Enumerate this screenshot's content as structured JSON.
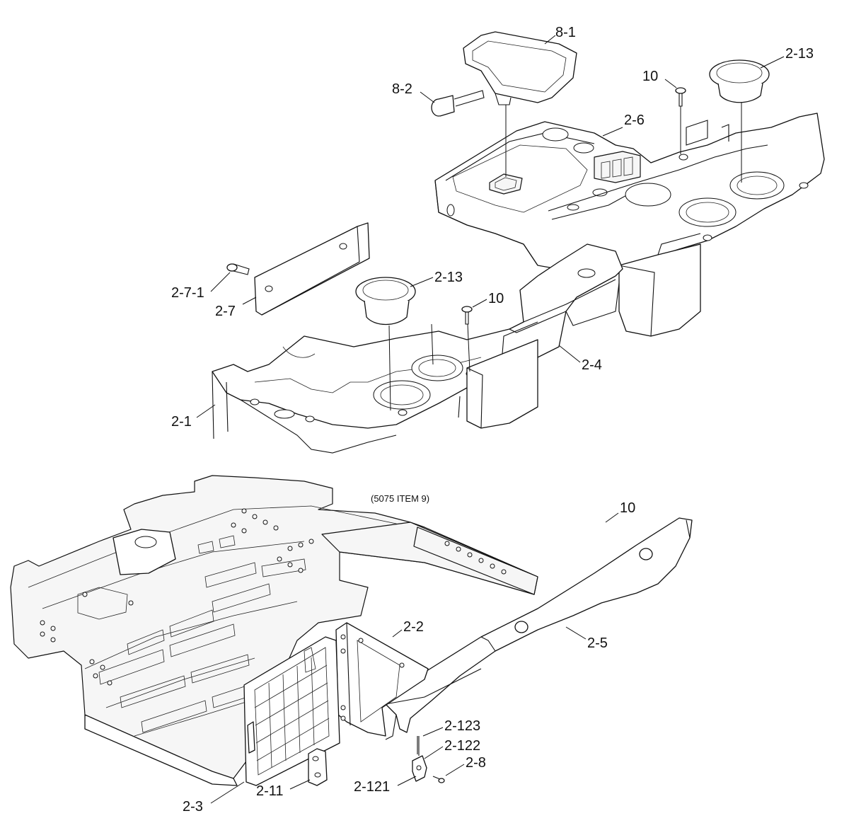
{
  "callouts": {
    "p8_1": "8-1",
    "p8_2": "8-2",
    "p2_13_top": "2-13",
    "p10_top": "10",
    "p2_6": "2-6",
    "p2_7_1": "2-7-1",
    "p2_7": "2-7",
    "p2_13_mid": "2-13",
    "p10_mid": "10",
    "p2_4": "2-4",
    "p2_1": "2-1",
    "p10_bottom": "10",
    "p2_2": "2-2",
    "p2_5": "2-5",
    "p2_123": "2-123",
    "p2_122": "2-122",
    "p2_8": "2-8",
    "p2_121": "2-121",
    "p2_11": "2-11",
    "p2_3": "2-3"
  },
  "note": "(5075 ITEM 9)",
  "colors": {
    "line": "#111111",
    "background": "#ffffff"
  }
}
